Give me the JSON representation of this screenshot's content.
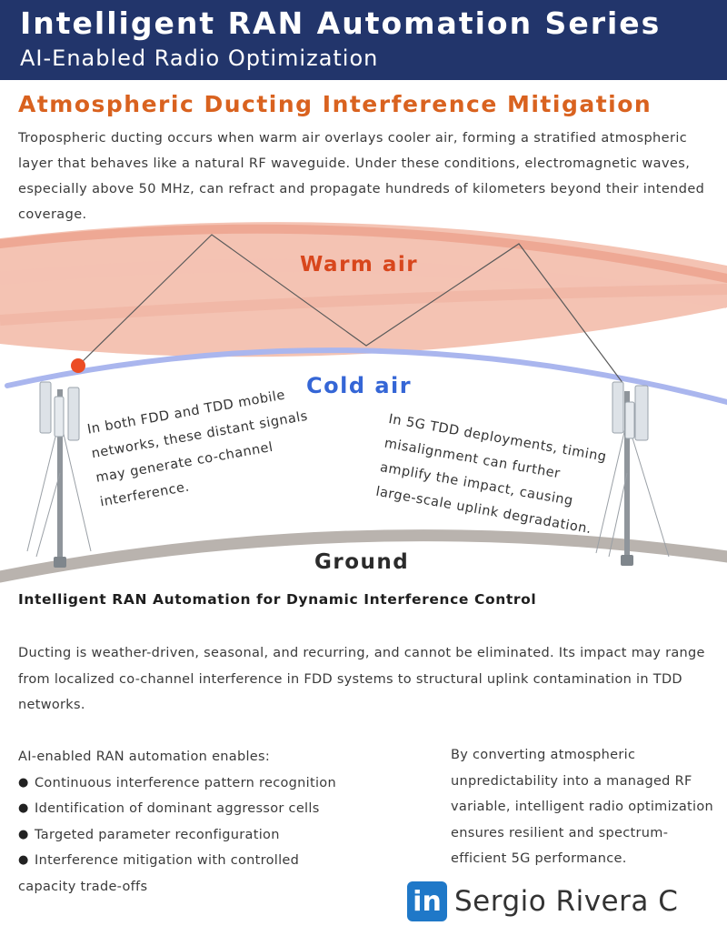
{
  "header": {
    "title": "Intelligent RAN Automation Series",
    "subtitle": "AI-Enabled Radio Optimization"
  },
  "article": {
    "heading": "Atmospheric Ducting Interference Mitigation",
    "intro": "Tropospheric ducting occurs when warm air overlays cooler air, forming a stratified atmospheric layer that behaves like a natural RF waveguide. Under these conditions, electromagnetic waves, especially above 50 MHz, can refract and propagate hundreds of kilometers beyond their intended coverage."
  },
  "diagram": {
    "labels": {
      "warm": "Warm air",
      "cold": "Cold air",
      "ground": "Ground"
    },
    "notes": {
      "left": "In both FDD and TDD mobile networks, these distant signals may generate co-channel interference.",
      "right": "In 5G TDD deployments, timing misalignment can further amplify the impact, causing large-scale uplink degradation."
    },
    "colors": {
      "warm_band": "#f2b8a6",
      "warm_label": "#d8461c",
      "cold_line": "#aab6ee",
      "cold_label": "#3566d6",
      "ground": "#b9b3ae",
      "source_dot": "#ec4d24"
    },
    "icons": [
      "cell-tower-icon",
      "cell-tower-icon",
      "signal-source-icon"
    ]
  },
  "section": {
    "heading": "Intelligent RAN Automation for Dynamic Interference Control",
    "paragraph": "Ducting is weather-driven, seasonal, and recurring, and cannot be eliminated. Its impact may range from localized co-channel interference in FDD systems to structural uplink contamination in TDD networks.",
    "enables_title": "AI-enabled RAN automation enables:",
    "bullets": [
      "Continuous interference pattern recognition",
      "Identification of dominant aggressor cells",
      "Targeted parameter reconfiguration",
      "Interference mitigation with controlled"
    ],
    "bullet_tail": "capacity trade-offs",
    "conclusion": "By converting atmospheric unpredictability into a managed RF variable, intelligent radio optimization ensures resilient and spectrum-efficient 5G performance."
  },
  "signature": {
    "logo": "in",
    "name": "Sergio Rivera C",
    "logo_color": "#1f78c8"
  }
}
